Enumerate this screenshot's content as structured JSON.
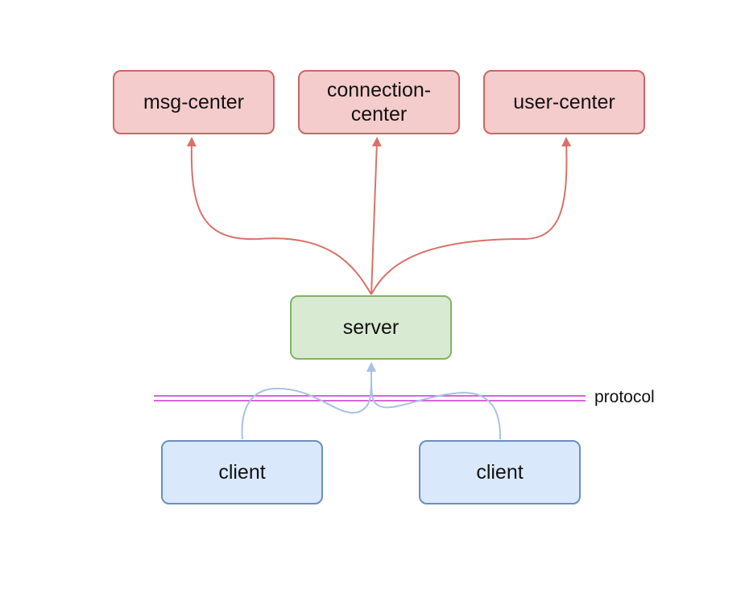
{
  "nodes": {
    "msg_center": {
      "label": "msg-center",
      "fill": "#f4cccc",
      "stroke": "#cc6666"
    },
    "connection_center": {
      "label": "connection-center",
      "label_lines": [
        "connection-",
        "center"
      ],
      "fill": "#f4cccc",
      "stroke": "#cc6666"
    },
    "user_center": {
      "label": "user-center",
      "fill": "#f4cccc",
      "stroke": "#cc6666"
    },
    "server": {
      "label": "server",
      "fill": "#d9ead3",
      "stroke": "#82b366"
    },
    "client_left": {
      "label": "client",
      "fill": "#dae8fc",
      "stroke": "#6c8ebf"
    },
    "client_right": {
      "label": "client",
      "fill": "#dae8fc",
      "stroke": "#6c8ebf"
    }
  },
  "protocol": {
    "label": "protocol",
    "color": "#cc33cc"
  },
  "edges": {
    "server_to_centers_color": "#d9726a",
    "clients_to_server_color": "#a9c1e6"
  }
}
